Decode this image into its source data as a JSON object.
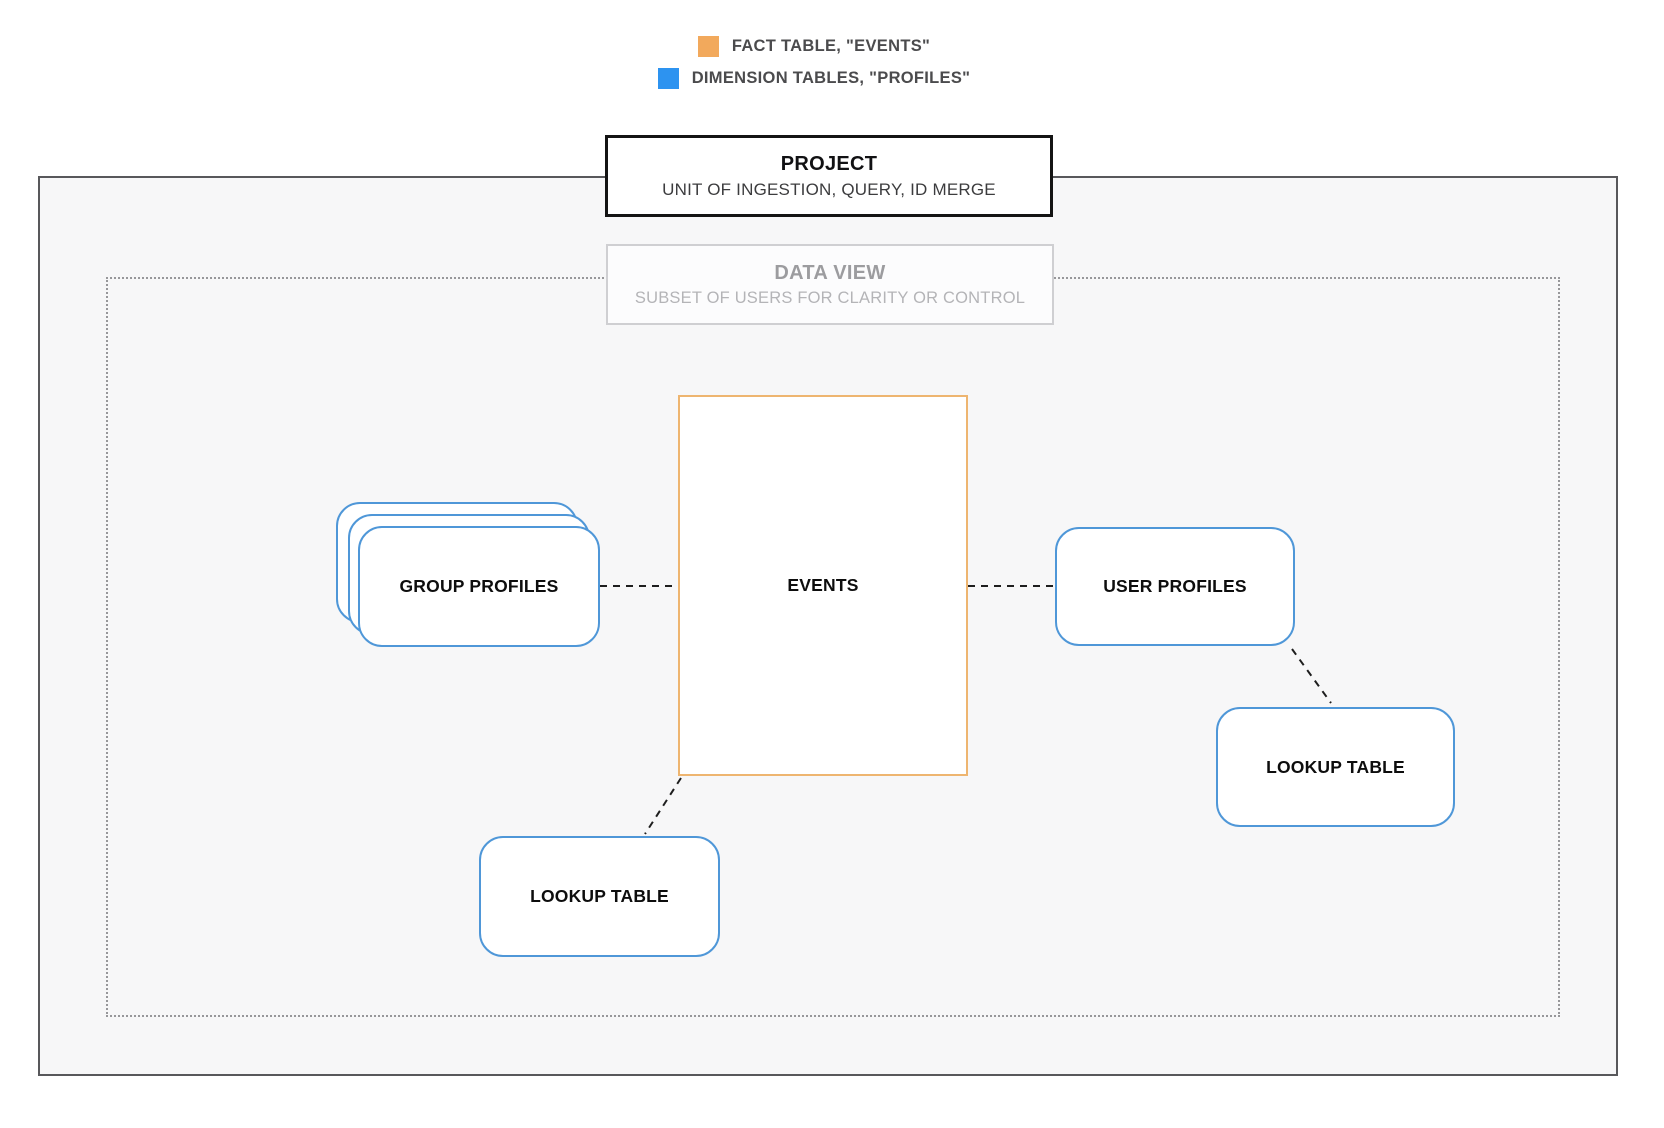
{
  "legend": {
    "items": [
      {
        "id": "fact",
        "label": "FACT TABLE, \"EVENTS\"",
        "color": "#F2A95C"
      },
      {
        "id": "dimension",
        "label": "DIMENSION TABLES, \"PROFILES\"",
        "color": "#2D93F0"
      }
    ]
  },
  "project": {
    "title": "PROJECT",
    "subtitle": "UNIT OF INGESTION, QUERY, ID MERGE"
  },
  "data_view": {
    "title": "DATA VIEW",
    "subtitle": "SUBSET OF USERS FOR CLARITY OR CONTROL"
  },
  "diagram": {
    "nodes": {
      "events": {
        "label": "EVENTS",
        "type": "fact"
      },
      "group_profiles": {
        "label": "GROUP PROFILES",
        "type": "dimension"
      },
      "user_profiles": {
        "label": "USER PROFILES",
        "type": "dimension"
      },
      "lookup_left": {
        "label": "LOOKUP TABLE",
        "type": "dimension"
      },
      "lookup_right": {
        "label": "LOOKUP TABLE",
        "type": "dimension"
      }
    },
    "edges": [
      {
        "from": "group_profiles",
        "to": "events",
        "style": "dashed"
      },
      {
        "from": "events",
        "to": "user_profiles",
        "style": "dashed"
      },
      {
        "from": "user_profiles",
        "to": "lookup_right",
        "style": "dashed"
      },
      {
        "from": "events",
        "to": "lookup_left",
        "style": "dashed"
      }
    ]
  },
  "colors": {
    "fact_fill": "#F2A95C",
    "fact_border": "#EEB570",
    "dimension_fill": "#2D93F0",
    "dimension_border": "#4F97D8",
    "outer_border": "#58585B",
    "outer_background": "#F7F7F8",
    "inner_dotted_border": "#97979A",
    "connector": "#1E1E1E"
  }
}
